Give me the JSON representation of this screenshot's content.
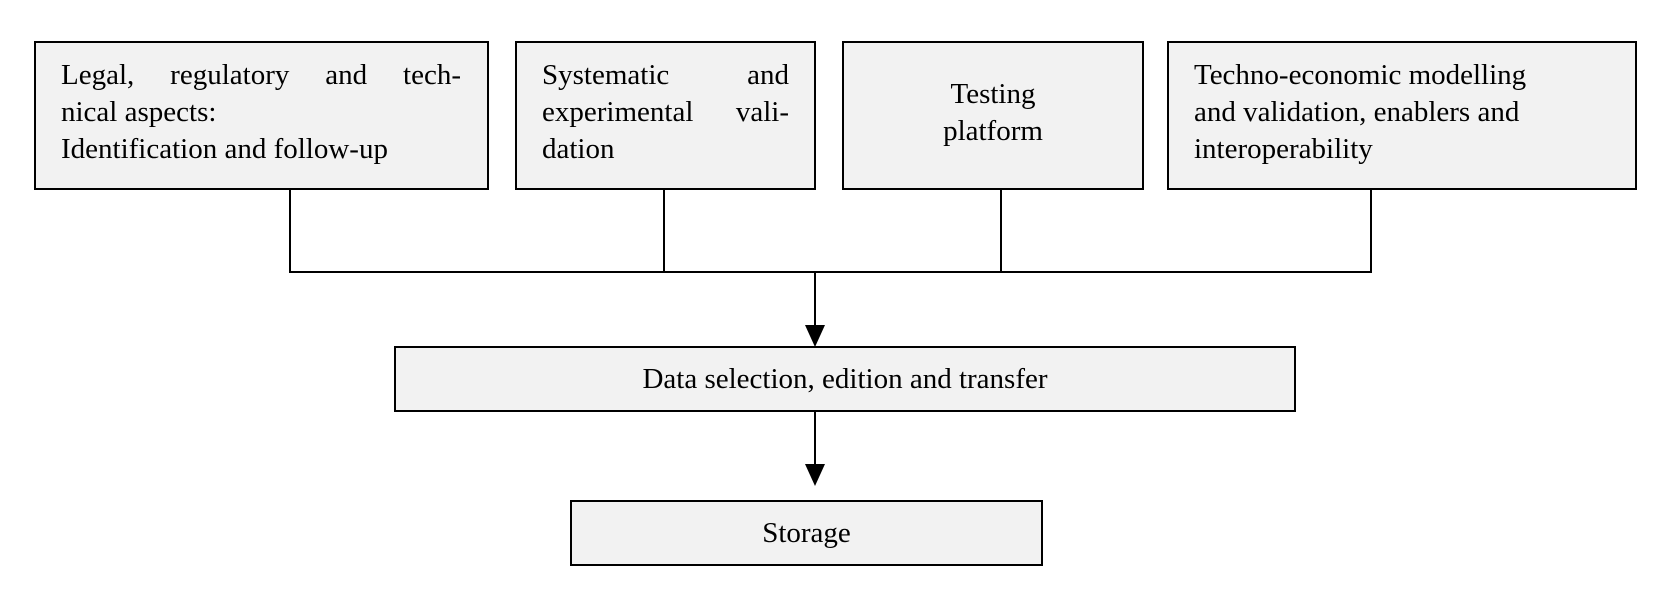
{
  "boxes": {
    "legal": {
      "lines": [
        "Legal, regulatory and tech-",
        "nical aspects:",
        "Identification and follow-up"
      ]
    },
    "systematic": {
      "lines": [
        "Systematic and",
        "experimental vali-",
        "dation"
      ]
    },
    "testing": {
      "lines": [
        "Testing",
        "platform"
      ]
    },
    "techno": {
      "lines": [
        "Techno-economic modelling",
        "and validation, enablers and",
        "interoperability"
      ]
    },
    "data": {
      "label": "Data selection, edition and transfer"
    },
    "storage": {
      "label": "Storage"
    }
  },
  "colors": {
    "box_fill": "#f2f2f2",
    "stroke": "#000000"
  }
}
